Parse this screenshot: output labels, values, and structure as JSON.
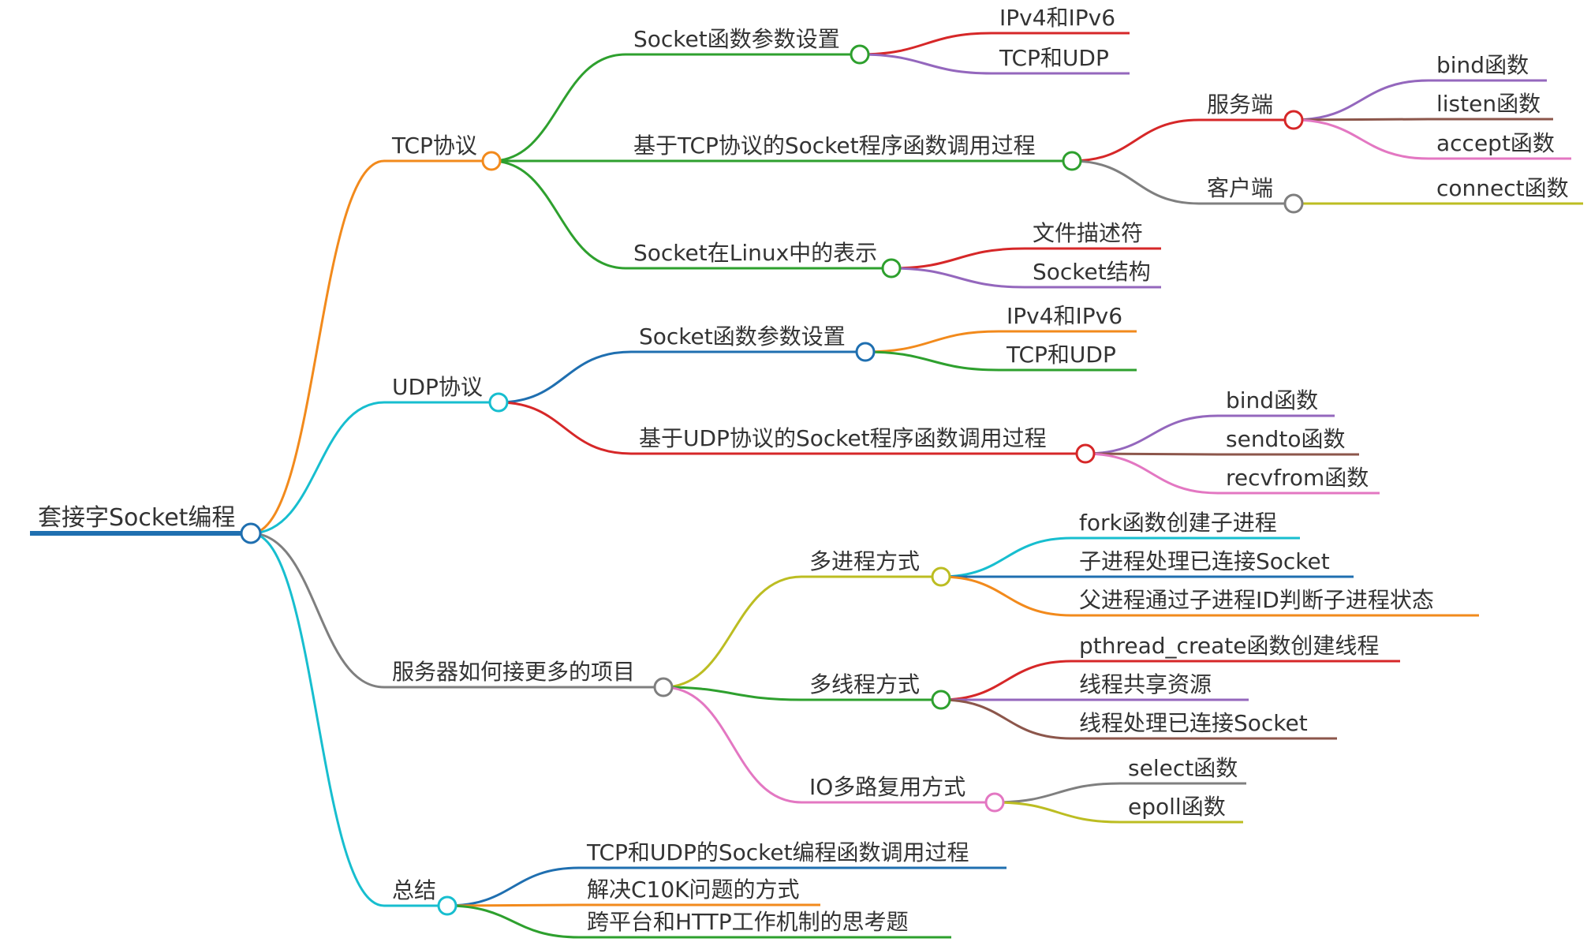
{
  "root": {
    "label": "套接字Socket编程",
    "color": "#1f6fb0",
    "children": [
      {
        "label": "TCP协议",
        "color": "#f28a1c",
        "children": [
          {
            "label": "Socket函数参数设置",
            "color": "#2ea02e",
            "children": [
              {
                "label": "IPv4和IPv6",
                "color": "#d62728"
              },
              {
                "label": "TCP和UDP",
                "color": "#9467bd"
              }
            ]
          },
          {
            "label": "基于TCP协议的Socket程序函数调用过程",
            "color": "#2ea02e",
            "children": [
              {
                "label": "服务端",
                "color": "#d62728",
                "children": [
                  {
                    "label": "bind函数",
                    "color": "#9467bd"
                  },
                  {
                    "label": "listen函数",
                    "color": "#8c564b"
                  },
                  {
                    "label": "accept函数",
                    "color": "#e377c2"
                  }
                ]
              },
              {
                "label": "客户端",
                "color": "#7f7f7f",
                "children": [
                  {
                    "label": "connect函数",
                    "color": "#bcbd22"
                  }
                ]
              }
            ]
          },
          {
            "label": "Socket在Linux中的表示",
            "color": "#2ea02e",
            "children": [
              {
                "label": "文件描述符",
                "color": "#d62728"
              },
              {
                "label": "Socket结构",
                "color": "#9467bd"
              }
            ]
          }
        ]
      },
      {
        "label": "UDP协议",
        "color": "#17becf",
        "children": [
          {
            "label": "Socket函数参数设置",
            "color": "#1f6fb0",
            "children": [
              {
                "label": "IPv4和IPv6",
                "color": "#f28a1c"
              },
              {
                "label": "TCP和UDP",
                "color": "#2ea02e"
              }
            ]
          },
          {
            "label": "基于UDP协议的Socket程序函数调用过程",
            "color": "#d62728",
            "children": [
              {
                "label": "bind函数",
                "color": "#9467bd"
              },
              {
                "label": "sendto函数",
                "color": "#8c564b"
              },
              {
                "label": "recvfrom函数",
                "color": "#e377c2"
              }
            ]
          }
        ]
      },
      {
        "label": "服务器如何接更多的项目",
        "color": "#7f7f7f",
        "children": [
          {
            "label": "多进程方式",
            "color": "#bcbd22",
            "children": [
              {
                "label": "fork函数创建子进程",
                "color": "#17becf"
              },
              {
                "label": "子进程处理已连接Socket",
                "color": "#1f6fb0"
              },
              {
                "label": "父进程通过子进程ID判断子进程状态",
                "color": "#f28a1c"
              }
            ]
          },
          {
            "label": "多线程方式",
            "color": "#2ea02e",
            "children": [
              {
                "label": "pthread_create函数创建线程",
                "color": "#d62728"
              },
              {
                "label": "线程共享资源",
                "color": "#9467bd"
              },
              {
                "label": "线程处理已连接Socket",
                "color": "#8c564b"
              }
            ]
          },
          {
            "label": "IO多路复用方式",
            "color": "#e377c2",
            "children": [
              {
                "label": "select函数",
                "color": "#7f7f7f"
              },
              {
                "label": "epoll函数",
                "color": "#bcbd22"
              }
            ]
          }
        ]
      },
      {
        "label": "总结",
        "color": "#17becf",
        "children": [
          {
            "label": "TCP和UDP的Socket编程函数调用过程",
            "color": "#1f6fb0"
          },
          {
            "label": "解决C10K问题的方式",
            "color": "#f28a1c"
          },
          {
            "label": "跨平台和HTTP工作机制的思考题",
            "color": "#2ea02e"
          }
        ]
      }
    ]
  }
}
